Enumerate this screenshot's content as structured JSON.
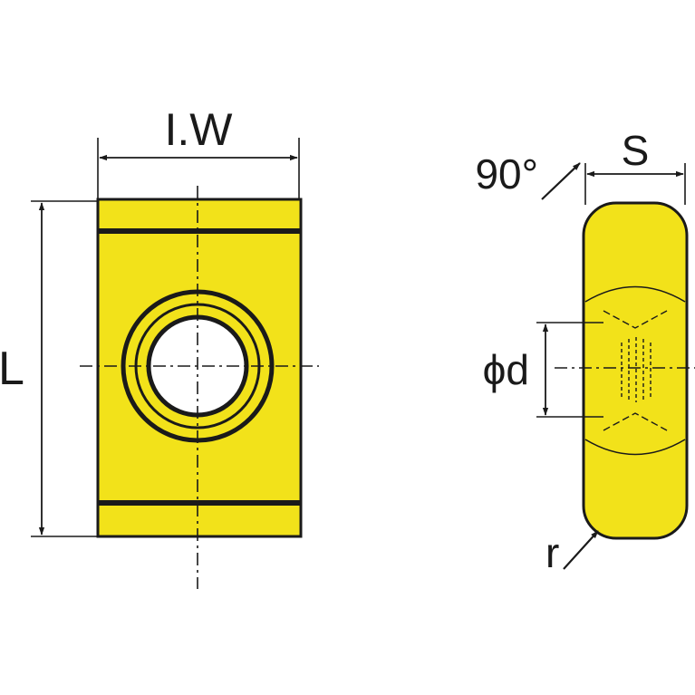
{
  "colors": {
    "insert_fill": "#f2e21a",
    "outline": "#1a1a1a",
    "background": "#ffffff"
  },
  "front_view": {
    "width_label": "I.W",
    "length_label": "L"
  },
  "side_view": {
    "angle_label": "90°",
    "thickness_label": "S",
    "hole_diameter_label": "ϕd",
    "corner_radius_label": "r"
  }
}
